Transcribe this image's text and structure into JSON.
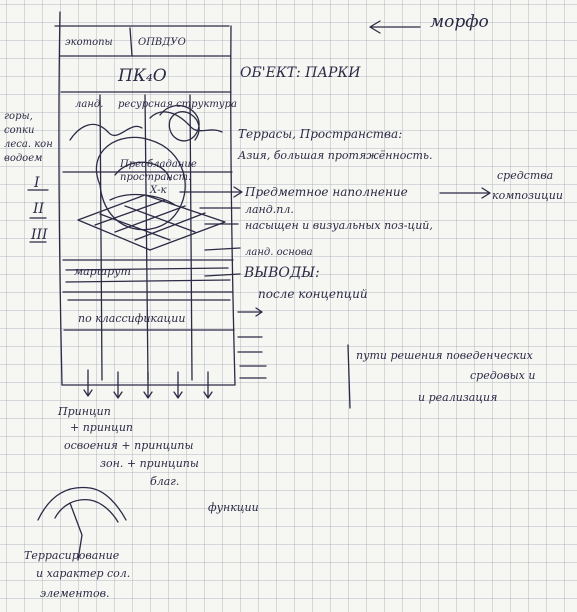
{
  "notebook": {
    "top_note": "морфо",
    "header_cells": [
      "экотопы",
      "ОПВДУО"
    ],
    "formula": "ПК₄О",
    "object_title": "ОБ'ЕКТ: ПАРКИ",
    "land_label": "ланд.",
    "relief_label": "ресурсная структура",
    "left_note": [
      "горы,",
      "сопки",
      "леса. кон",
      "водоем"
    ],
    "roman": [
      "I",
      "II",
      "III"
    ],
    "predominant": [
      "Преобладание",
      "пространст.",
      "Х-к"
    ],
    "terraces_list": "Террасы, Пространства:",
    "terraces_list_2": "Азия, большая протяжённость.",
    "subject_fill": "Предметное наполнение",
    "means": [
      "средства",
      "композиции"
    ],
    "land_plan": "ланд.пл.",
    "visual_lines": "насыщен и визуальных поз-ций,",
    "land_base": "ланд. основа",
    "conclusions": "ВЫВОДЫ:",
    "after_conc": "после концепций",
    "maroni": "маршрут",
    "classif": "по классификации",
    "solution_paths": [
      "пути решения поведенческих",
      "средовых и",
      "и реализация"
    ],
    "principles": [
      "Принцип",
      "+ принцип",
      "освоения + принципы",
      "зон. + принципы",
      "благ.",
      "функции"
    ],
    "terracing": [
      "Террасирование",
      "и характер сол.",
      "элементов."
    ]
  }
}
